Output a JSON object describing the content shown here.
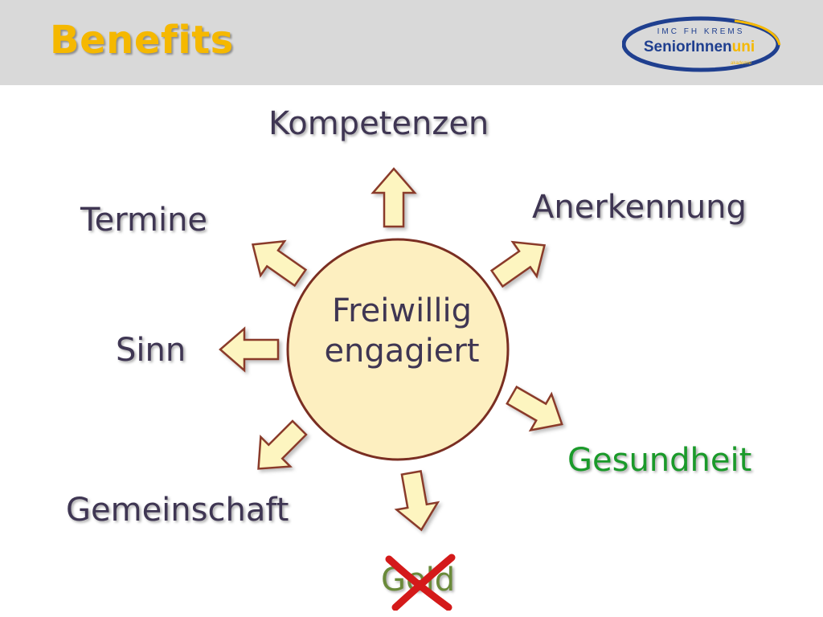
{
  "header": {
    "title": "Benefits",
    "background": "#d9d9d9",
    "title_color": "#f5b800"
  },
  "logo": {
    "top_text": "IMC FH KREMS",
    "main_text_part1": "SeniorInnen",
    "main_text_part2": "uni",
    "tagline": "akademie",
    "ring_color": "#1f3f8f",
    "accent_color": "#f5b800"
  },
  "center": {
    "line1": "Freiwillig",
    "line2": "engagiert",
    "fill": "#fdefc0",
    "border": "#7a2e22"
  },
  "benefits": {
    "kompetenzen": "Kompetenzen",
    "anerkennung": "Anerkennung",
    "termine": "Termine",
    "sinn": "Sinn",
    "gesundheit": "Gesundheit",
    "gemeinschaft": "Gemeinschaft",
    "geld": "Geld"
  },
  "colors": {
    "label": "#3f3653",
    "gesundheit": "#1a9a2a",
    "geld": "#6a8a3a",
    "cross": "#d41a1a",
    "arrow_fill": "#fdf5c0",
    "arrow_border": "#8a3a2a"
  }
}
